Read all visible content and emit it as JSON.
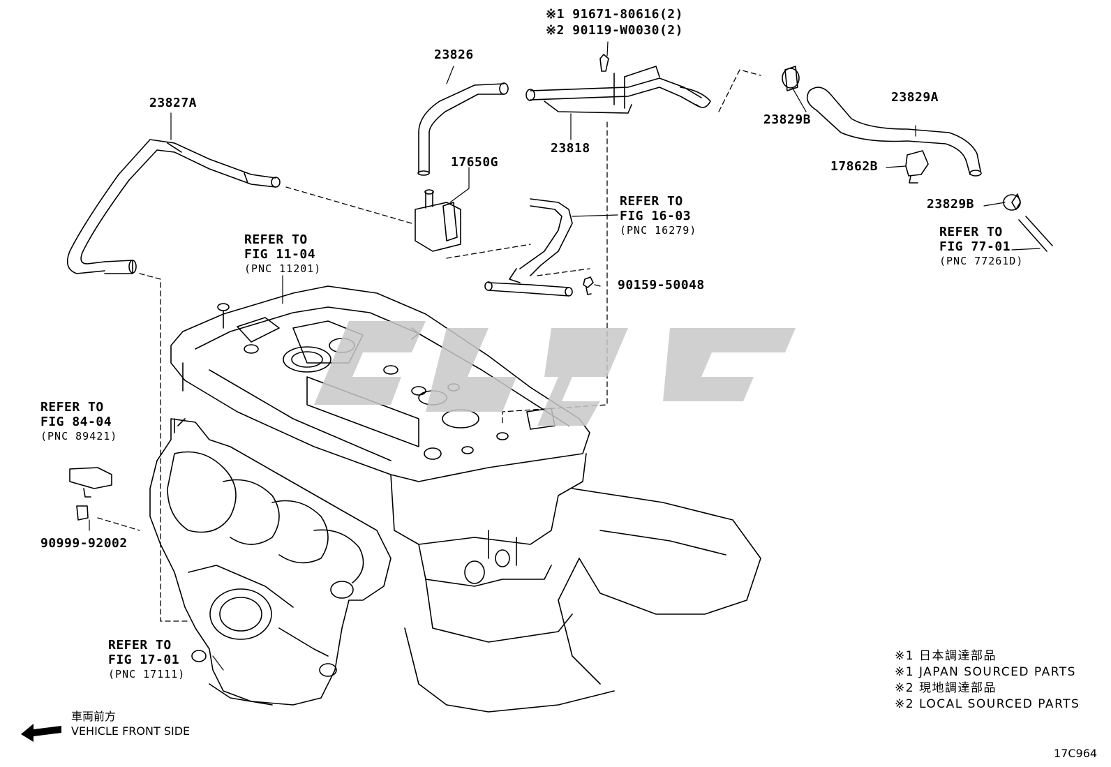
{
  "parts": {
    "p23826": "23826",
    "p23827A": "23827A",
    "p17650G": "17650G",
    "p23818": "23818",
    "p23829A": "23829A",
    "p23829B_top": "23829B",
    "p23829B_bottom": "23829B",
    "p17862B": "17862B",
    "p90159": "90159-50048",
    "p90999": "90999-92002",
    "bolt_line1": "※1 91671-80616(2)",
    "bolt_line2": "※2 90119-W0030(2)"
  },
  "references": {
    "fig11": {
      "line1": "REFER TO",
      "line2": "FIG 11-04",
      "pnc": "(PNC 11201)"
    },
    "fig16": {
      "line1": "REFER TO",
      "line2": "FIG 16-03",
      "pnc": "(PNC 16279)"
    },
    "fig77": {
      "line1": "REFER TO",
      "line2": "FIG 77-01",
      "pnc": "(PNC 77261D)"
    },
    "fig84": {
      "line1": "REFER TO",
      "line2": "FIG 84-04",
      "pnc": "(PNC 89421)"
    },
    "fig17": {
      "line1": "REFER TO",
      "line2": "FIG 17-01",
      "pnc": "(PNC 17111)"
    }
  },
  "notes": [
    "※1 日本調達部品",
    "※1 JAPAN SOURCED PARTS",
    "※2 現地調達部品",
    "※2 LOCAL SOURCED PARTS"
  ],
  "direction": {
    "jp": "車両前方",
    "en": "VEHICLE FRONT SIDE"
  },
  "figure_code": "17C964",
  "colors": {
    "line": "#000000",
    "watermark": "#c8c8c8"
  }
}
